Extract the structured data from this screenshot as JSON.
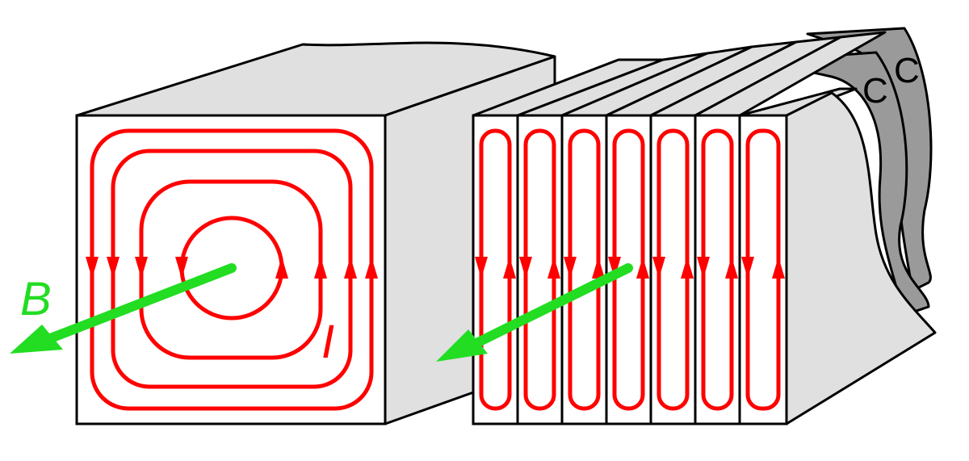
{
  "labels": {
    "field": "B",
    "current": "I",
    "insulation_front": "C",
    "insulation_back": "C"
  },
  "colors": {
    "current_loops": "#ff0000",
    "field_arrow": "#22dd22",
    "block_front": "#ffffff",
    "block_side": "#e0e0e0",
    "insulation": "#9a9a9a",
    "outline": "#000000"
  }
}
